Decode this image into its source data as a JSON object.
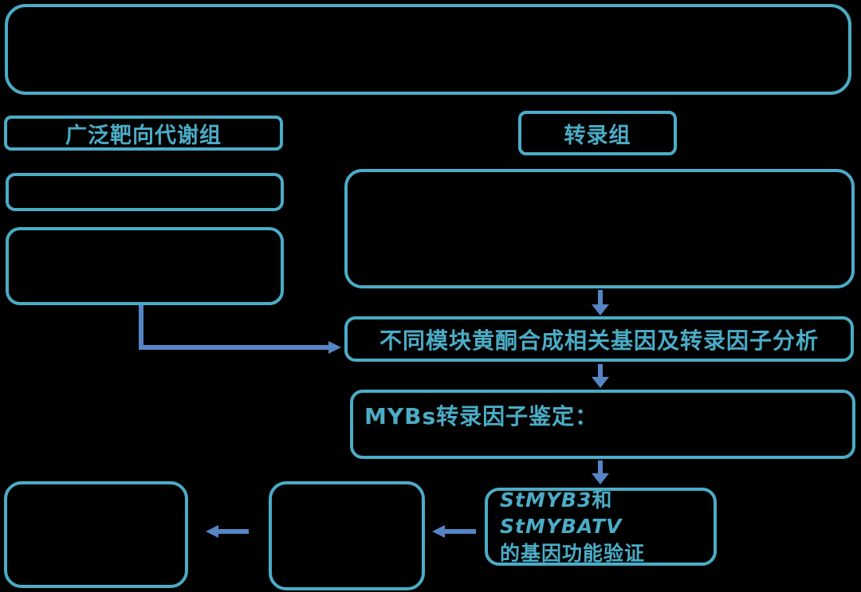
{
  "diagram": {
    "title_area_note": "flowchart of metabolome and transcriptome analysis",
    "colors": {
      "box_border": "#4BACC6",
      "box_text": "#4BACC6",
      "arrow": "#5585C5",
      "background": "#000000"
    },
    "boxes": {
      "metabolome_label": "广泛靶向代谢组",
      "transcriptome_label": "转录组",
      "module_analysis": "不同模块黄酮合成相关基因及转录因子分析",
      "mybs_identification": "MYBs转录因子鉴定：",
      "gene_validation": {
        "gene1": "StMYB3",
        "conjunction": "和",
        "gene2": "StMYBATV",
        "line2": "的基因功能验证"
      }
    }
  }
}
